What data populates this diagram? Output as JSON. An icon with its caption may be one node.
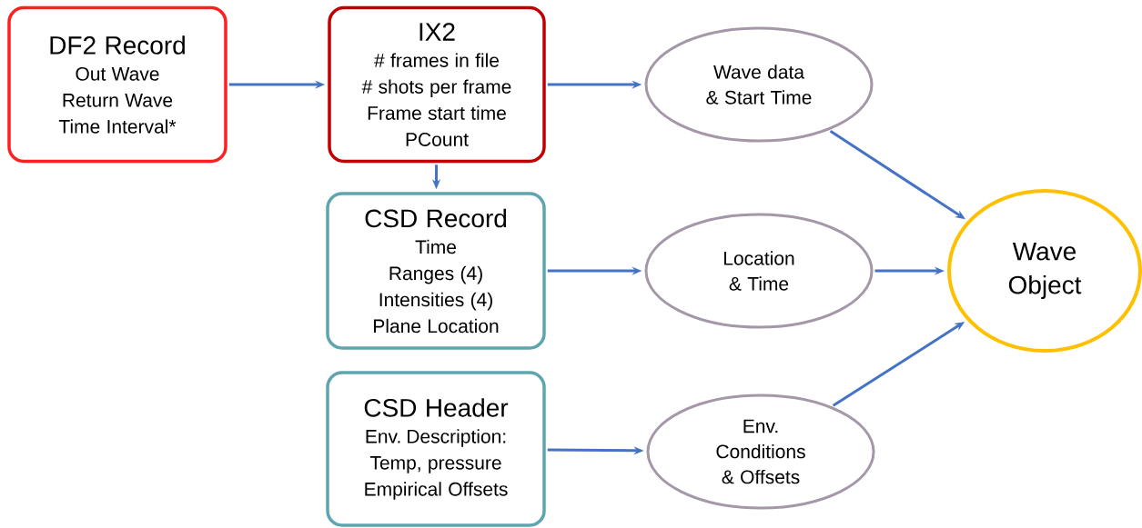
{
  "diagram": {
    "nodes": [
      {
        "text": [
          "DF2 Record",
          "Out Wave",
          "Return Wave",
          "Time Interval*"
        ]
      },
      {
        "text": [
          "IX2",
          "# frames in file",
          "# shots per frame",
          "Frame start time",
          "PCount"
        ]
      },
      {
        "text": [
          "CSD Record",
          "Time",
          "Ranges (4)",
          "Intensities (4)",
          "Plane Location"
        ]
      },
      {
        "text": [
          "CSD Header",
          "Env. Description:",
          "Temp, pressure",
          "Empirical Offsets"
        ]
      },
      {
        "text": [
          "Wave data & Start Time"
        ]
      },
      {
        "text": [
          "Location & Time"
        ]
      },
      {
        "text": [
          "Env. Conditions & Offsets"
        ]
      },
      {
        "text": [
          "Wave Object"
        ]
      }
    ],
    "edges": [
      {
        "from": 0,
        "to": 1,
        "arrow": "to"
      },
      {
        "from": 1,
        "to": 4,
        "arrow": "to"
      },
      {
        "from": 1,
        "to": 2,
        "arrow": "to"
      },
      {
        "from": 2,
        "to": 5,
        "arrow": "to"
      },
      {
        "from": 3,
        "to": 6,
        "arrow": "to"
      },
      {
        "from": 4,
        "to": 7,
        "arrow": "to"
      },
      {
        "from": 5,
        "to": 7,
        "arrow": "to"
      },
      {
        "from": 6,
        "to": 7,
        "arrow": "to"
      }
    ]
  }
}
